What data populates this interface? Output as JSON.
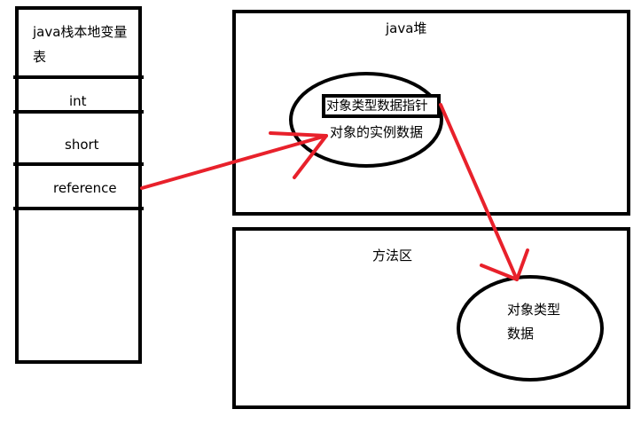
{
  "stack": {
    "title": "java栈本地变量表",
    "slots": [
      "int",
      "short",
      "reference"
    ]
  },
  "heap": {
    "title": "java堆",
    "pointer": "对象类型数据指针",
    "instance": "对象的实例数据"
  },
  "method_area": {
    "title": "方法区",
    "type_line1": "对象类型",
    "type_line2": "数据"
  },
  "colors": {
    "stroke": "#000000",
    "arrow": "#e8212b"
  }
}
